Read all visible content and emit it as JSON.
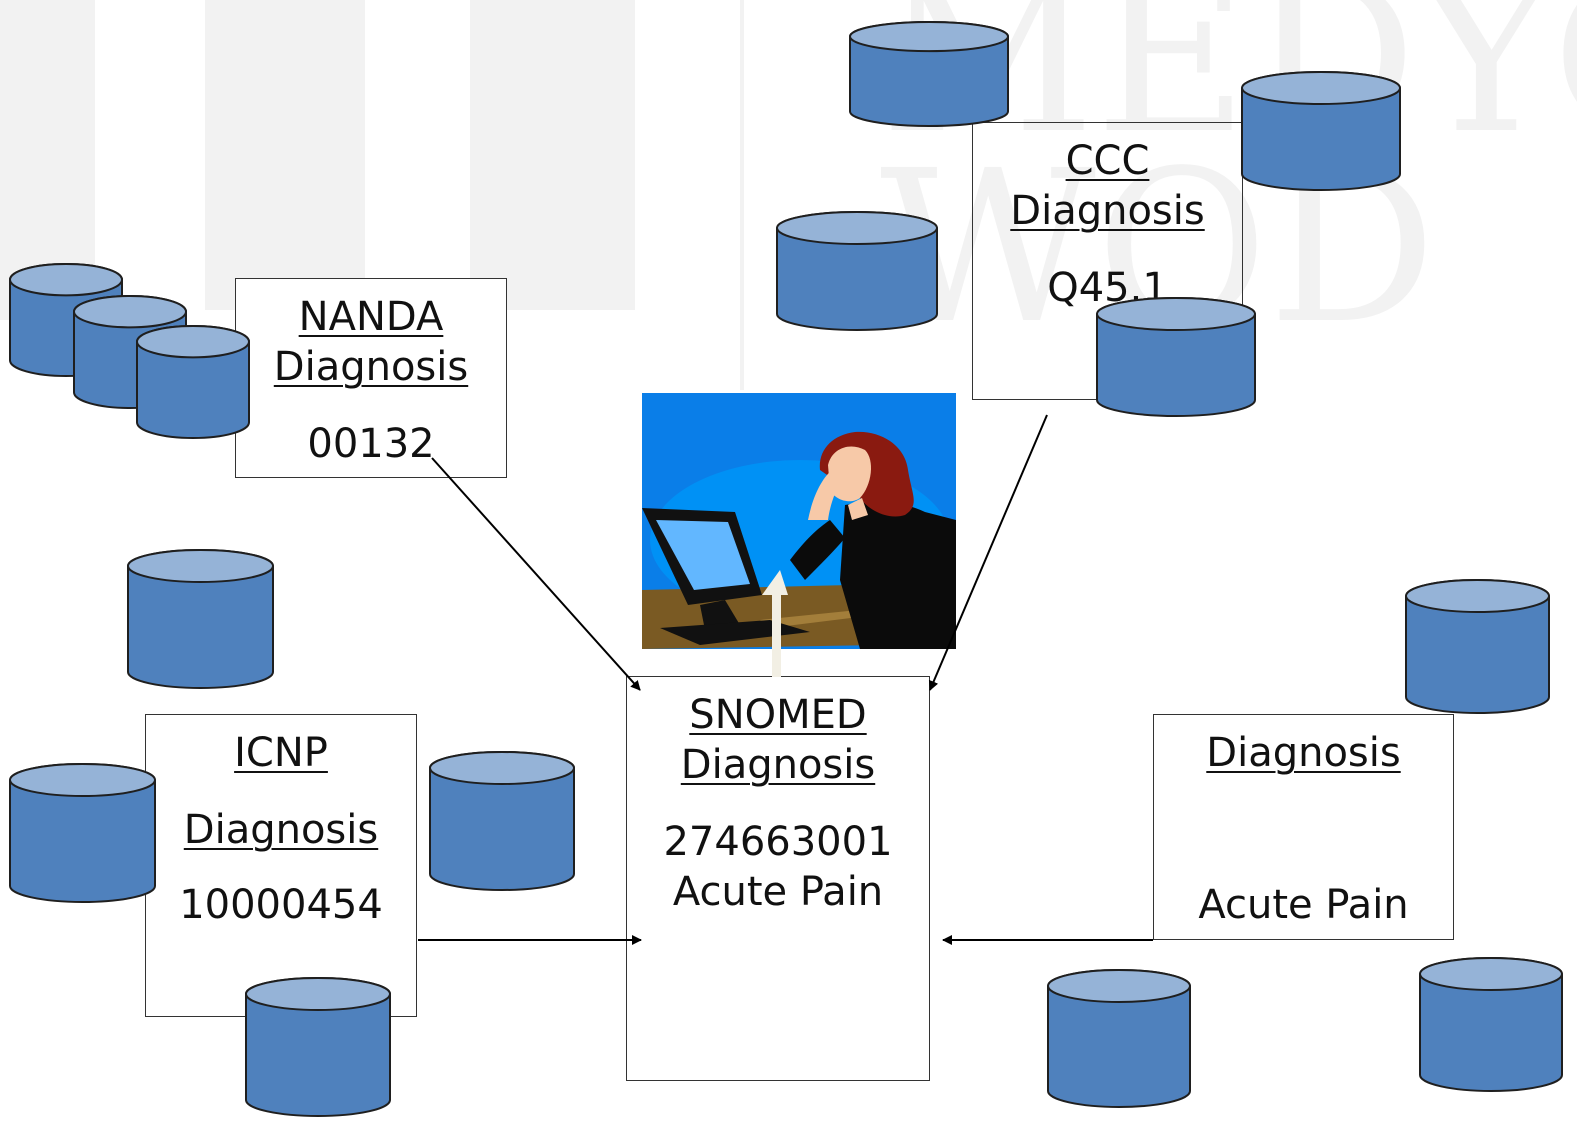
{
  "colors": {
    "cylinder_body": "#4f81bd",
    "cylinder_top": "#95b3d7",
    "cylinder_outline": "#1f1f1f",
    "box_border": "#333333",
    "arrow": "#000000",
    "up_arrow": "#f2efe4",
    "watermark": "#f2f2f2"
  },
  "watermark": {
    "line1": "MEDYC",
    "line2": "WOD"
  },
  "nodes": {
    "nanda": {
      "title": "NANDA",
      "subtitle": "Diagnosis",
      "code": "00132"
    },
    "ccc": {
      "title": "CCC",
      "subtitle": "Diagnosis",
      "code": "Q45.1"
    },
    "icnp": {
      "title": "ICNP",
      "subtitle": "Diagnosis",
      "code": "10000454"
    },
    "snomed": {
      "title": "SNOMED",
      "subtitle": "Diagnosis",
      "code": "274663001",
      "term": "Acute Pain"
    },
    "generic": {
      "title": "Diagnosis",
      "term": "Acute Pain"
    }
  },
  "icons": {
    "database": "database-cylinder-icon",
    "clipart": "woman-at-computer-illustration"
  }
}
